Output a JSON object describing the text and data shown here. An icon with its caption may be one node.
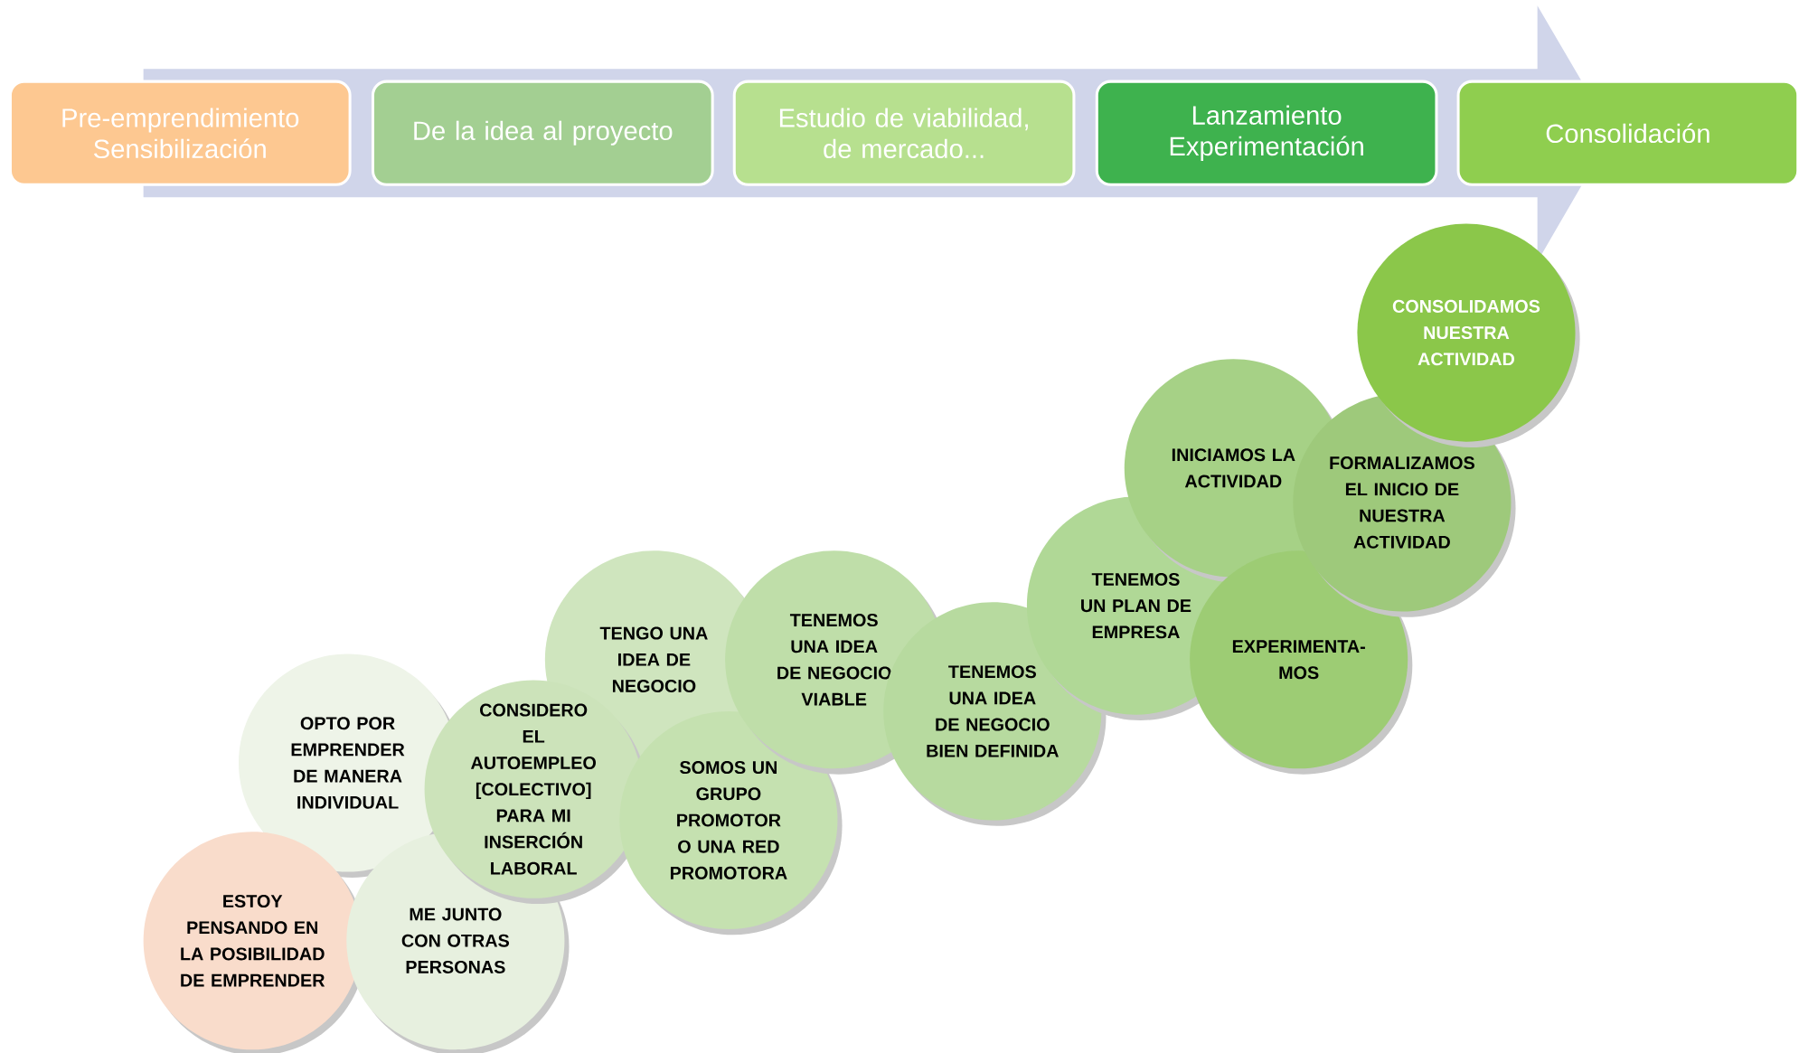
{
  "diagram": {
    "nodes": [
      {
        "text": [
          "Pre-emprendimiento Sensibilización"
        ]
      },
      {
        "text": [
          "De la idea al proyecto"
        ]
      },
      {
        "text": [
          "Estudio de viabilidad, de mercado..."
        ]
      },
      {
        "text": [
          "Lanzamiento Experimentación"
        ]
      },
      {
        "text": [
          "Consolidación"
        ]
      },
      {
        "text": [
          "ESTOY PENSANDO EN LA POSIBILIDAD DE EMPRENDER"
        ]
      },
      {
        "text": [
          "OPTO POR EMPRENDER DE MANERA INDIVIDUAL"
        ]
      },
      {
        "text": [
          "ME JUNTO CON OTRAS PERSONAS"
        ]
      },
      {
        "text": [
          "CONSIDERO EL AUTOEMPLEO [COLECTIVO] PARA MI INSERCIÓN LABORAL"
        ]
      },
      {
        "text": [
          "TENGO UNA IDEA DE NEGOCIO"
        ]
      },
      {
        "text": [
          "SOMOS UN GRUPO PROMOTOR O UNA RED PROMOTORA"
        ]
      },
      {
        "text": [
          "TENEMOS UNA IDEA DE NEGOCIO VIABLE"
        ]
      },
      {
        "text": [
          "TENEMOS UNA IDEA DE NEGOCIO BIEN DEFINIDA"
        ]
      },
      {
        "text": [
          "TENEMOS UN PLAN DE EMPRESA"
        ]
      },
      {
        "text": [
          "INICIAMOS LA ACTIVIDAD"
        ]
      },
      {
        "text": [
          "EXPERIMENTA-MOS"
        ]
      },
      {
        "text": [
          "FORMALIZAMOS EL INICIO DE NUESTRA ACTIVIDAD"
        ]
      },
      {
        "text": [
          "CONSOLIDAMOS NUESTRA ACTIVIDAD"
        ]
      }
    ]
  }
}
